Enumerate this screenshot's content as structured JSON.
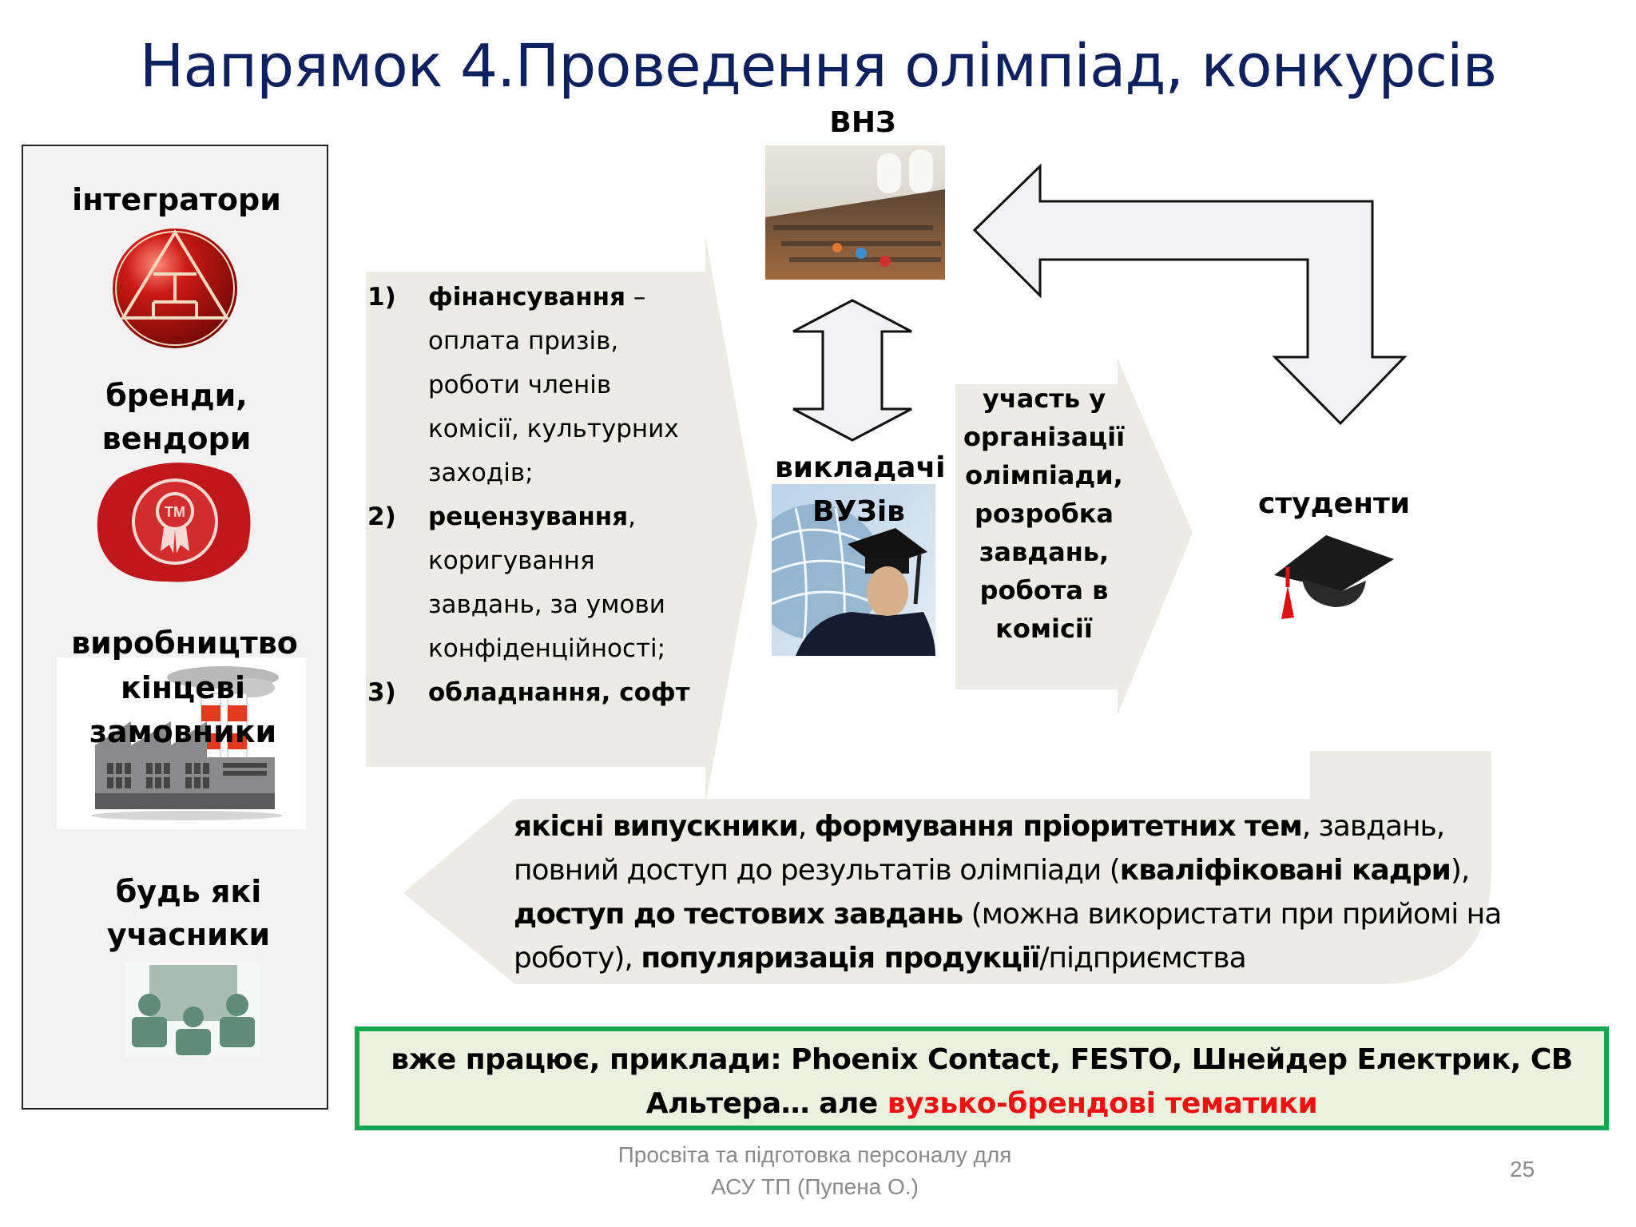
{
  "slide": {
    "title": "Напрямок 4.Проведення олімпіад, конкурсів",
    "page_number": "25",
    "footer": {
      "line1": "Просвіта та підготовка персоналу для",
      "line2": "АСУ ТП (Пупена О.)"
    }
  },
  "left_panel": {
    "groups": [
      {
        "label": "інтегратори",
        "icon": "red-triangle-emblem-icon"
      },
      {
        "label_line1": "бренди,",
        "label_line2": "вендори",
        "icon": "trademark-seal-icon"
      },
      {
        "label_line1": "виробництво",
        "label_line2": "кінцеві",
        "label_line3": "замовники",
        "icon": "factory-icon"
      },
      {
        "label_line1": "будь які",
        "label_line2": "учасники",
        "icon": "people-group-icon"
      }
    ]
  },
  "contributions": {
    "items": [
      {
        "num": "1)",
        "bold": "фінансування",
        "rest": " – оплата призів, роботи членів комісії, культурних заходів;"
      },
      {
        "num": "2)",
        "bold": "рецензування",
        "rest": ", коригування завдань, за умови конфіденційності;"
      },
      {
        "num": "3)",
        "bold": "обладнання, софт",
        "rest": ""
      }
    ]
  },
  "nodes": {
    "university": {
      "label": "ВНЗ",
      "image": "lecture-hall-photo"
    },
    "teachers": {
      "label_line1": "викладачі",
      "label_line2": "ВУЗів",
      "image": "graduate-photo"
    },
    "students": {
      "label": "студенти",
      "icon": "graduation-cap-icon"
    }
  },
  "participation": {
    "lines": [
      "участь у",
      "організації",
      "олімпіади,",
      "розробка",
      "завдань,",
      "робота в",
      "комісії"
    ]
  },
  "benefits": {
    "p1_bold": "якісні випускники",
    "p2": ", ",
    "p3_bold": "формування пріоритетних тем",
    "p4": ", завдань, повний доступ до результатів олімпіади (",
    "p5_bold": "кваліфіковані кадри",
    "p6": "), ",
    "p7_bold": "доступ до тестових завдань",
    "p8": " (можна використати при прийомі на роботу), ",
    "p9_bold": "популяризація продукції",
    "p10": "/підприємства"
  },
  "note": {
    "part1": "вже працює, приклади: Phoenix Contact, FESTO, Шнейдер Електрик, СВ Альтера… але ",
    "part2_red": "вузько-брендові тематики"
  },
  "colors": {
    "title": "#0d2060",
    "panel_fill": "#ecebe4",
    "note_border": "#13a750",
    "note_fill": "#ebf1de",
    "highlight_red": "#ee1111",
    "arrow_fill": "#f2f1f4"
  }
}
